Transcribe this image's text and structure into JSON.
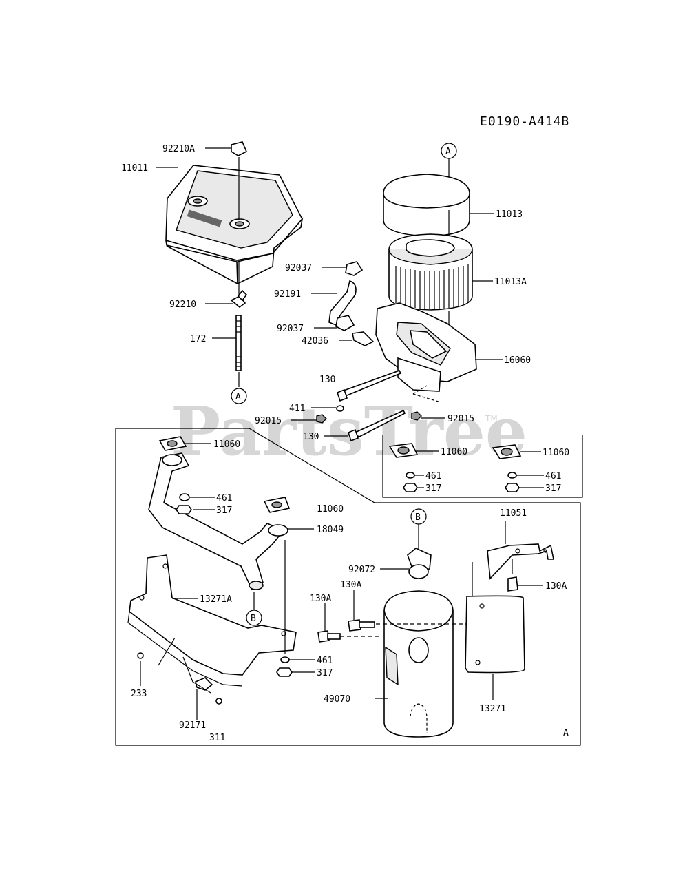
{
  "diagram_code": "E0190-A414B",
  "watermark": {
    "text": "PartsTree",
    "mark": "TM"
  },
  "callouts": {
    "ref_a_top": "A",
    "ref_a_bottom": "A",
    "ref_b_pipe": "B",
    "ref_b_muffler": "B",
    "section_a": "A"
  },
  "labels": {
    "p92210A": "92210A",
    "p11011": "11011",
    "p92210": "92210",
    "p172": "172",
    "p11013": "11013",
    "p11013A": "11013A",
    "p92037a": "92037",
    "p92191": "92191",
    "p92037b": "92037",
    "p42036": "42036",
    "p16060": "16060",
    "p130a": "130",
    "p411": "411",
    "p92015a": "92015",
    "p92015b": "92015",
    "p130b": "130",
    "p11060a": "11060",
    "p11060b": "11060",
    "p11060c": "11060",
    "p461a": "461",
    "p461b": "461",
    "p317a": "317",
    "p317b": "317",
    "p461c": "461",
    "p317c": "317",
    "p11060d": "11060",
    "p18049": "18049",
    "p13271A": "13271A",
    "p233": "233",
    "p92171": "92171",
    "p311": "311",
    "p461d": "461",
    "p317d": "317",
    "p92072": "92072",
    "p130Aa": "130A",
    "p130Ab": "130A",
    "p130Ac": "130A",
    "p49070": "49070",
    "p11051": "11051",
    "p13271": "13271"
  }
}
